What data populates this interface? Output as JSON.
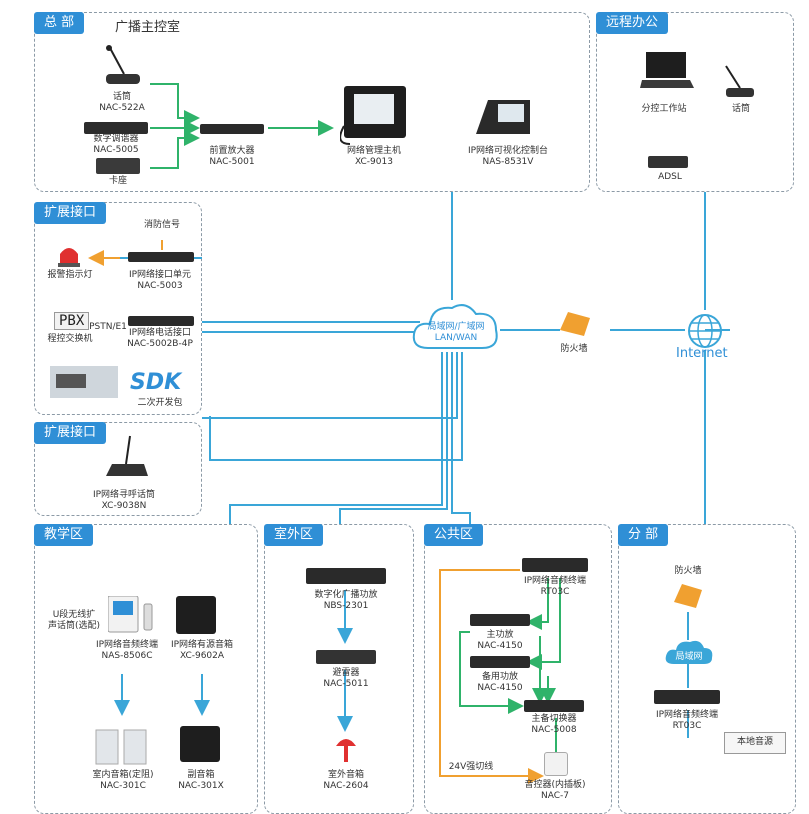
{
  "hq": {
    "tag": "总 部",
    "title": "广播主控室"
  },
  "remote": {
    "tag": "远程办公"
  },
  "ext1": {
    "tag": "扩展接口"
  },
  "ext2": {
    "tag": "扩展接口"
  },
  "teach": {
    "tag": "教学区"
  },
  "outdoor": {
    "tag": "室外区"
  },
  "public": {
    "tag": "公共区"
  },
  "branch": {
    "tag": "分 部"
  },
  "devices": {
    "mic": {
      "name": "话筒",
      "model": "NAC-522A"
    },
    "tuner": {
      "name": "数字调谐器",
      "model": "NAC-5005"
    },
    "deck": {
      "name": "卡座"
    },
    "preamp": {
      "name": "前置放大器",
      "model": "NAC-5001"
    },
    "host": {
      "name": "网络管理主机",
      "model": "XC-9013"
    },
    "console": {
      "name": "IP网络可视化控制台",
      "model": "NAS-8531V"
    },
    "workstation": {
      "name": "分控工作站"
    },
    "remote_mic": {
      "name": "话筒"
    },
    "adsl": {
      "name": "ADSL"
    },
    "fire_signal": {
      "name": "消防信号"
    },
    "alarm": {
      "name": "报警指示灯"
    },
    "io_unit": {
      "name": "IP网络接口单元",
      "model": "NAC-5003"
    },
    "pbx": {
      "name": "PBX",
      "sub": "程控交换机",
      "link": "PSTN/E1"
    },
    "phone_if": {
      "name": "IP网络电话接口",
      "model": "NAC-5002B-4P"
    },
    "sdk": {
      "name": "SDK",
      "sub": "二次开发包"
    },
    "pager": {
      "name": "IP网络寻呼话筒",
      "model": "XC-9038N"
    },
    "uhf": {
      "name": "U段无线扩\n声话筒(选配)"
    },
    "terminal": {
      "name": "IP网络音频终端",
      "model": "NAS-8506C"
    },
    "active_spk": {
      "name": "IP网络有源音箱",
      "model": "XC-9602A"
    },
    "room_spk": {
      "name": "室内音箱(定阻)",
      "model": "NAC-301C"
    },
    "sub_spk": {
      "name": "副音箱",
      "model": "NAC-301X"
    },
    "digital_amp": {
      "name": "数字化广播功放",
      "model": "NBS-2301"
    },
    "surge": {
      "name": "避雷器",
      "model": "NAC-5011"
    },
    "outdoor_spk": {
      "name": "室外音箱",
      "model": "NAC-2604"
    },
    "pub_terminal": {
      "name": "IP网络音频终端",
      "model": "RT03C"
    },
    "main_amp": {
      "name": "主功放",
      "model": "NAC-4150"
    },
    "backup_amp": {
      "name": "备用功放",
      "model": "NAC-4150"
    },
    "switcher": {
      "name": "主备切换器",
      "model": "NAC-5008"
    },
    "volume": {
      "name": "音控器(内插板)",
      "model": "NAC-7"
    },
    "force_line": {
      "name": "24V强切线"
    },
    "br_firewall": {
      "name": "防火墙"
    },
    "lan": {
      "name": "局域网"
    },
    "br_terminal": {
      "name": "IP网络音频终端",
      "model": "RT03C"
    },
    "local_src": {
      "name": "本地音源"
    }
  },
  "network": {
    "cloud": "局域网/广域网",
    "cloud2": "LAN/WAN",
    "firewall": "防火墙",
    "internet": "Internet"
  },
  "colors": {
    "accent": "#2f8fd6",
    "green": "#2fb36a",
    "orange": "#f0a030",
    "line": "#3aa6d8"
  }
}
